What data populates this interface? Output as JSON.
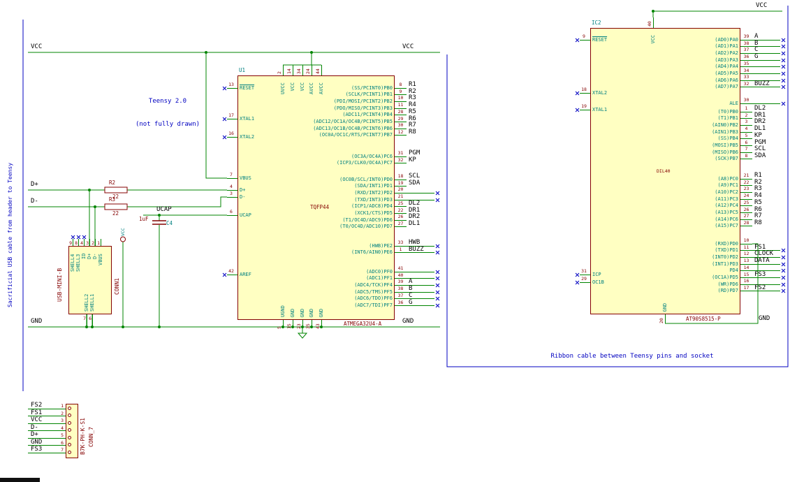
{
  "colors": {
    "wire": "#008400",
    "outline": "#840000",
    "body_fill": "#FFFFC2",
    "pin_name": "#008080",
    "pin_number": "#840000",
    "net_label": "#000000",
    "note": "#0000C0"
  },
  "notes": {
    "left_vertical": "Sacrificial USB cable from header to Teensy",
    "teensy_line1": "Teensy 2.0",
    "teensy_line2": "(not fully drawn)",
    "ribbon": "Ribbon cable between Teensy pins and socket"
  },
  "net_labels": {
    "vcc_left": "VCC",
    "vcc_right": "VCC",
    "gnd_left": "GND",
    "gnd_right": "GND",
    "d_plus": "D+",
    "d_minus": "D-",
    "ucap": "UCAP",
    "vbus_vcc": "VCC",
    "ic2_vcc": "VCC",
    "ic2_gnd": "GND"
  },
  "u1": {
    "ref": "U1",
    "footprint": "TQFP44",
    "value": "ATMEGA32U4-A",
    "left_pins": [
      {
        "num": "13",
        "name": "RESET",
        "bar": true,
        "nc": true
      },
      {
        "num": "17",
        "name": "XTAL1",
        "nc": true
      },
      {
        "num": "16",
        "name": "XTAL2",
        "nc": true
      },
      {
        "num": "7",
        "name": "VBUS"
      },
      {
        "num": "4",
        "name": "D+"
      },
      {
        "num": "3",
        "name": "D-"
      },
      {
        "num": "6",
        "name": "UCAP"
      },
      {
        "num": "42",
        "name": "AREF",
        "nc": true
      }
    ],
    "top_pins": [
      {
        "num": "2",
        "name": "UVCC"
      },
      {
        "num": "14",
        "name": "VCC"
      },
      {
        "num": "34",
        "name": "VCC"
      },
      {
        "num": "24",
        "name": "AVCC"
      },
      {
        "num": "44",
        "name": "AVCC"
      }
    ],
    "bottom_pins": [
      {
        "num": "5",
        "name": "UGND"
      },
      {
        "num": "15",
        "name": "GND"
      },
      {
        "num": "23",
        "name": "GND"
      },
      {
        "num": "35",
        "name": "GND"
      },
      {
        "num": "43",
        "name": "GND"
      }
    ],
    "right_groups": [
      [
        {
          "num": "8",
          "name": "(SS/PCINT0)PB0",
          "net": "R1"
        },
        {
          "num": "9",
          "name": "(SCLK/PCINT1)PB1",
          "net": "R2"
        },
        {
          "num": "10",
          "name": "(PDI/MOSI/PCINT2)PB2",
          "net": "R3"
        },
        {
          "num": "11",
          "name": "(PDO/MISO/PCINT3)PB3",
          "net": "R4"
        },
        {
          "num": "28",
          "name": "(ADC11/PCINT4)PB4",
          "net": "R5"
        },
        {
          "num": "29",
          "name": "(ADC12/OC1A/OC4B/PCINT5)PB5",
          "net": "R6"
        },
        {
          "num": "30",
          "name": "(ADC13/OC1B/OC4B/PCINT6)PB6",
          "net": "R7"
        },
        {
          "num": "12",
          "name": "(OC0A/OC1C/RTS/PCINT7)PB7",
          "net": "R8"
        }
      ],
      [
        {
          "num": "31",
          "name": "(OC3A/OC4A)PC6",
          "net": "PGM"
        },
        {
          "num": "32",
          "name": "(ICP3/CLK0/OC4A)PC7",
          "net": "KP"
        }
      ],
      [
        {
          "num": "18",
          "name": "(OC0B/SCL/INT0)PD0",
          "net": "SCL"
        },
        {
          "num": "19",
          "name": "(SDA/INT1)PD1",
          "net": "SDA"
        },
        {
          "num": "20",
          "name": "(RXD/INT2)PD2",
          "nc": true
        },
        {
          "num": "21",
          "name": "(TXD/INT3)PD3",
          "nc": true
        },
        {
          "num": "25",
          "name": "(ICP1/ADC8)PD4",
          "net": "DL2"
        },
        {
          "num": "22",
          "name": "(XCK1/CTS)PD5",
          "net": "DR1"
        },
        {
          "num": "26",
          "name": "(T1/OC4D/ADC9)PD6",
          "net": "DR2"
        },
        {
          "num": "27",
          "name": "(T0/OC4D/ADC10)PD7",
          "net": "DL1"
        }
      ],
      [
        {
          "num": "33",
          "name": "(HWB)PE2",
          "net": "HWB",
          "nc": true
        },
        {
          "num": "1",
          "name": "(INT6/AIN0)PE6",
          "net": "BUZZ",
          "nc": true
        }
      ],
      [
        {
          "num": "41",
          "name": "(ADC0)PF0",
          "nc": true
        },
        {
          "num": "40",
          "name": "(ADC1)PF1",
          "nc": true
        },
        {
          "num": "39",
          "name": "(ADC4/TCK)PF4",
          "net": "A",
          "nc": true
        },
        {
          "num": "38",
          "name": "(ADC5/TMS)PF5",
          "net": "B",
          "nc": true
        },
        {
          "num": "37",
          "name": "(ADC6/TDO)PF6",
          "net": "C",
          "nc": true
        },
        {
          "num": "36",
          "name": "(ADC7/TDI)PF7",
          "net": "G",
          "nc": true
        }
      ]
    ]
  },
  "ic2": {
    "ref": "IC2",
    "package": "DIL40",
    "value": "AT90S8515-P",
    "left_pins": [
      {
        "num": "9",
        "name": "RESET",
        "bar": true,
        "nc": true
      },
      {
        "num": "18",
        "name": "XTAL2",
        "nc": true
      },
      {
        "num": "19",
        "name": "XTAL1",
        "nc": true
      },
      {
        "num": "31",
        "name": "ICP",
        "nc": true
      },
      {
        "num": "29",
        "name": "OC1B",
        "nc": true
      }
    ],
    "top_pins": [
      {
        "num": "40",
        "name": "VCC"
      }
    ],
    "bottom_pins": [
      {
        "num": "20",
        "name": "GND"
      }
    ],
    "right_groups": [
      [
        {
          "num": "39",
          "name": "(AD0)PA0",
          "net": "A",
          "nc": true
        },
        {
          "num": "38",
          "name": "(AD1)PA1",
          "net": "B",
          "nc": true
        },
        {
          "num": "37",
          "name": "(AD2)PA2",
          "net": "C",
          "nc": true
        },
        {
          "num": "36",
          "name": "(AD3)PA3",
          "net": "G",
          "nc": true
        },
        {
          "num": "35",
          "name": "(AD4)PA4",
          "nc": true
        },
        {
          "num": "34",
          "name": "(AD5)PA5",
          "nc": true
        },
        {
          "num": "33",
          "name": "(AD6)PA6",
          "nc": true
        },
        {
          "num": "32",
          "name": "(AD7)PA7",
          "net": "BUZZ",
          "nc": true
        }
      ],
      [
        {
          "num": "30",
          "name": "ALE",
          "nc": true
        }
      ],
      [
        {
          "num": "1",
          "name": "(T0)PB0",
          "net": "DL2"
        },
        {
          "num": "2",
          "name": "(T1)PB1",
          "net": "DR1"
        },
        {
          "num": "3",
          "name": "(AIN0)PB2",
          "net": "DR2"
        },
        {
          "num": "4",
          "name": "(AIN1)PB3",
          "net": "DL1"
        },
        {
          "num": "5",
          "name": "(SS)PB4",
          "net": "KP"
        },
        {
          "num": "6",
          "name": "(MOSI)PB5",
          "net": "PGM"
        },
        {
          "num": "7",
          "name": "(MISO)PB6",
          "net": "SCL"
        },
        {
          "num": "8",
          "name": "(SCK)PB7",
          "net": "SDA"
        }
      ],
      [
        {
          "num": "21",
          "name": "(A8)PC0",
          "net": "R1"
        },
        {
          "num": "22",
          "name": "(A9)PC1",
          "net": "R2"
        },
        {
          "num": "23",
          "name": "(A10)PC2",
          "net": "R3"
        },
        {
          "num": "24",
          "name": "(A11)PC3",
          "net": "R4"
        },
        {
          "num": "25",
          "name": "(A12)PC4",
          "net": "R5"
        },
        {
          "num": "26",
          "name": "(A13)PC5",
          "net": "R6"
        },
        {
          "num": "27",
          "name": "(A14)PC6",
          "net": "R7"
        },
        {
          "num": "28",
          "name": "(A15)PC7",
          "net": "R8"
        }
      ],
      [
        {
          "num": "10",
          "name": "(RXD)PD0"
        },
        {
          "num": "11",
          "name": "(TXD)PD1",
          "net": "FS1",
          "nc": true
        },
        {
          "num": "12",
          "name": "(INT0)PD2",
          "net": "CLOCK",
          "nc": true
        },
        {
          "num": "13",
          "name": "(INT1)PD3",
          "net": "DATA",
          "nc": true
        },
        {
          "num": "14",
          "name": "PD4",
          "nc": true
        },
        {
          "num": "15",
          "name": "(OC1A)PD5",
          "net": "FS3",
          "nc": true
        },
        {
          "num": "16",
          "name": "(WR)PD6",
          "nc": true
        },
        {
          "num": "17",
          "name": "(RD)PD7",
          "net": "FS2",
          "nc": true
        }
      ]
    ]
  },
  "r2": {
    "ref": "R2",
    "value": "22"
  },
  "r3": {
    "ref": "R3",
    "value": "22"
  },
  "c4": {
    "ref": "C4",
    "value": "1uF"
  },
  "usb": {
    "ref": "CONN1",
    "value": "USB-MINI-B",
    "top_pins": [
      {
        "num": "9",
        "name": "SHELL4",
        "nc": true
      },
      {
        "num": "8",
        "name": "SHELL3",
        "nc": true
      },
      {
        "num": "4",
        "name": "ID",
        "nc": true
      },
      {
        "num": "3",
        "name": "D+"
      },
      {
        "num": "2",
        "name": "D-"
      },
      {
        "num": "1",
        "name": "VBUS"
      }
    ],
    "bottom_pins": [
      {
        "num": "7",
        "name": "SHELL2"
      },
      {
        "num": "6",
        "name": "SHELL1"
      }
    ]
  },
  "conn7": {
    "value": "CONN_7",
    "part": "B7K-PH-K-S1",
    "pins": [
      {
        "num": "1",
        "net": "FS2"
      },
      {
        "num": "2",
        "net": "FS1"
      },
      {
        "num": "3",
        "net": "VCC"
      },
      {
        "num": "4",
        "net": "D-"
      },
      {
        "num": "5",
        "net": "D+"
      },
      {
        "num": "6",
        "net": "GND"
      },
      {
        "num": "7",
        "net": "FS3"
      }
    ]
  }
}
